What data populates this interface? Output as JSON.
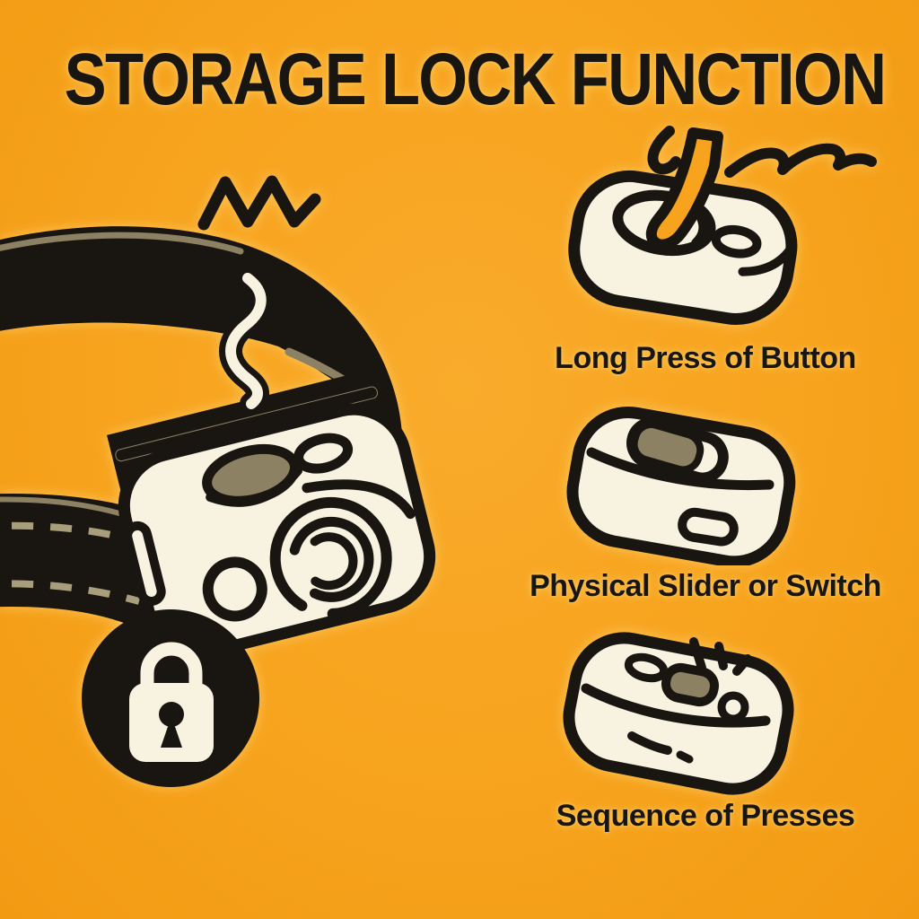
{
  "title": "STORAGE LOCK FUNCTION",
  "colors": {
    "background": "#F7A31D",
    "ink": "#191510",
    "cream": "#F8F2E1",
    "olive": "#8D8164",
    "stitch": "#A89E7B"
  },
  "main_illustration": {
    "icon": "collar-camera-with-lock-icon",
    "parts": [
      "collar-strap",
      "camera-device",
      "padlock-badge",
      "vibration-zigzag",
      "steam-squiggle"
    ]
  },
  "methods": [
    {
      "icon": "long-press-button-icon",
      "label": "Long Press of Button"
    },
    {
      "icon": "physical-slider-icon",
      "label": "Physical Slider or Switch"
    },
    {
      "icon": "sequence-presses-icon",
      "label": "Sequence of Presses"
    }
  ]
}
